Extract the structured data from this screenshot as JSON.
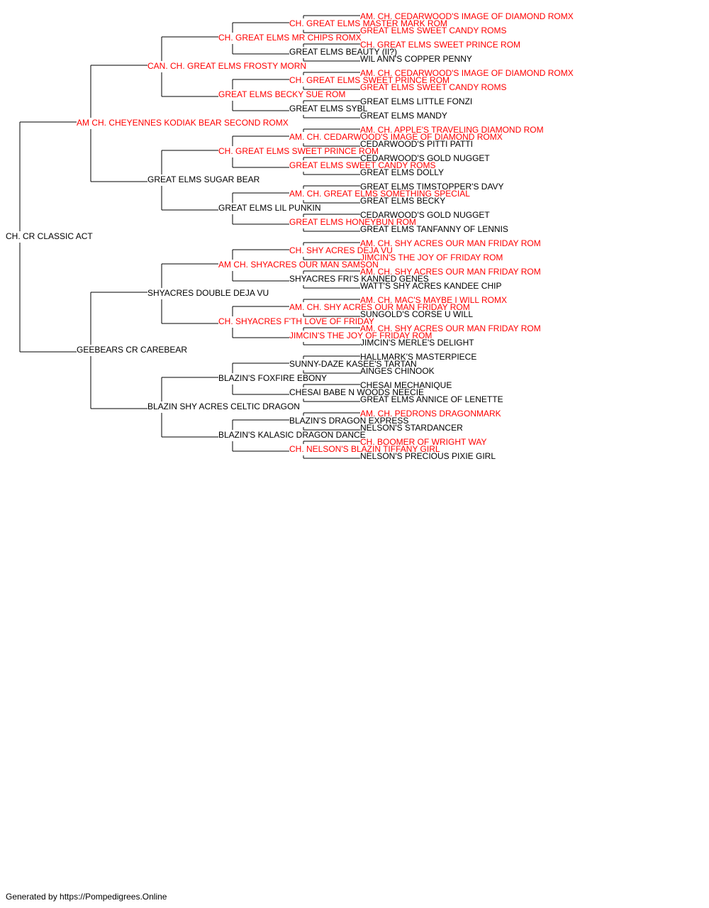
{
  "colors": {
    "champion": "#ff0000",
    "normal": "#000000",
    "line": "#000000"
  },
  "footer": "Generated by https://Pompedigrees.Online",
  "pedigree": {
    "name": "CH. CR CLASSIC ACT",
    "champ": false,
    "sire": {
      "name": "AM CH. CHEYENNES KODIAK BEAR SECOND ROMX",
      "champ": true,
      "sire": {
        "name": "CAN. CH. GREAT ELMS FROSTY MORN",
        "champ": true,
        "sire": {
          "name": "CH. GREAT ELMS MR CHIPS ROMX",
          "champ": true,
          "sire": {
            "name": "CH. GREAT ELMS MASTER MARK ROM",
            "champ": true,
            "sire": {
              "name": "AM. CH. CEDARWOOD'S IMAGE OF DIAMOND ROMX",
              "champ": true
            },
            "dam": {
              "name": "GREAT ELMS SWEET CANDY ROMS",
              "champ": true
            }
          },
          "dam": {
            "name": "GREAT ELMS BEAUTY (II?)",
            "champ": false,
            "sire": {
              "name": "CH. GREAT ELMS SWEET PRINCE ROM",
              "champ": true
            },
            "dam": {
              "name": "WIL ANN'S COPPER PENNY",
              "champ": false
            }
          }
        },
        "dam": {
          "name": "GREAT ELMS BECKY SUE ROM",
          "champ": true,
          "sire": {
            "name": "CH. GREAT ELMS SWEET PRINCE ROM",
            "champ": true,
            "sire": {
              "name": "AM. CH. CEDARWOOD'S IMAGE OF DIAMOND ROMX",
              "champ": true
            },
            "dam": {
              "name": "GREAT ELMS SWEET CANDY ROMS",
              "champ": true
            }
          },
          "dam": {
            "name": "GREAT ELMS SYBL",
            "champ": false,
            "sire": {
              "name": "GREAT ELMS LITTLE FONZI",
              "champ": false
            },
            "dam": {
              "name": "GREAT ELMS MANDY",
              "champ": false
            }
          }
        }
      },
      "dam": {
        "name": "GREAT ELMS SUGAR BEAR",
        "champ": false,
        "sire": {
          "name": "CH. GREAT ELMS SWEET PRINCE ROM",
          "champ": true,
          "sire": {
            "name": "AM. CH. CEDARWOOD'S IMAGE OF DIAMOND ROMX",
            "champ": true,
            "sire": {
              "name": "AM. CH. APPLE'S TRAVELING DIAMOND ROM",
              "champ": true
            },
            "dam": {
              "name": "CEDARWOOD'S PITTI PATTI",
              "champ": false
            }
          },
          "dam": {
            "name": "GREAT ELMS SWEET CANDY ROMS",
            "champ": true,
            "sire": {
              "name": "CEDARWOOD'S GOLD NUGGET",
              "champ": false
            },
            "dam": {
              "name": "GREAT ELMS DOLLY",
              "champ": false
            }
          }
        },
        "dam": {
          "name": "GREAT ELMS LIL PUNKIN",
          "champ": false,
          "sire": {
            "name": "AM. CH. GREAT ELMS SOMETHING SPECIAL",
            "champ": true,
            "sire": {
              "name": "GREAT ELMS TIMSTOPPER'S DAVY",
              "champ": false
            },
            "dam": {
              "name": "GREAT ELMS BECKY",
              "champ": false
            }
          },
          "dam": {
            "name": "GREAT ELMS HONEYBUN ROM",
            "champ": true,
            "sire": {
              "name": "CEDARWOOD'S GOLD NUGGET",
              "champ": false
            },
            "dam": {
              "name": "GREAT ELMS TANFANNY OF LENNIS",
              "champ": false
            }
          }
        }
      }
    },
    "dam": {
      "name": "GEEBEARS CR CAREBEAR",
      "champ": false,
      "sire": {
        "name": "SHYACRES DOUBLE DEJA VU",
        "champ": false,
        "sire": {
          "name": "AM CH. SHYACRES OUR MAN SAMSON",
          "champ": true,
          "sire": {
            "name": "CH. SHY ACRES DEJA VU",
            "champ": true,
            "sire": {
              "name": "AM. CH. SHY ACRES OUR MAN FRIDAY ROM",
              "champ": true
            },
            "dam": {
              "name": "JIMCIN'S THE JOY OF FRIDAY ROM",
              "champ": true
            }
          },
          "dam": {
            "name": "SHYACRES FRI'S KANNED GENES",
            "champ": false,
            "sire": {
              "name": "AM. CH. SHY ACRES OUR MAN FRIDAY ROM",
              "champ": true
            },
            "dam": {
              "name": "WATT'S SHY ACRES KANDEE CHIP",
              "champ": false
            }
          }
        },
        "dam": {
          "name": "CH. SHYACRES F'TH LOVE OF FRIDAY",
          "champ": true,
          "sire": {
            "name": "AM. CH. SHY ACRES OUR MAN FRIDAY ROM",
            "champ": true,
            "sire": {
              "name": "AM. CH. MAC'S MAYBE I WILL ROMX",
              "champ": true
            },
            "dam": {
              "name": "SUNGOLD'S CORSE U WILL",
              "champ": false
            }
          },
          "dam": {
            "name": "JIMCIN'S THE JOY OF FRIDAY ROM",
            "champ": true,
            "sire": {
              "name": "AM. CH. SHY ACRES OUR MAN FRIDAY ROM",
              "champ": true
            },
            "dam": {
              "name": "JIMCIN'S MERLE'S DELIGHT",
              "champ": false
            }
          }
        }
      },
      "dam": {
        "name": "BLAZIN SHY ACRES CELTIC DRAGON",
        "champ": false,
        "sire": {
          "name": "BLAZIN'S FOXFIRE EBONY",
          "champ": false,
          "sire": {
            "name": "SUNNY-DAZE KASEE'S TARTAN",
            "champ": false,
            "sire": {
              "name": "HALLMARK'S MASTERPIECE",
              "champ": false
            },
            "dam": {
              "name": "AINGES CHINOOK",
              "champ": false
            }
          },
          "dam": {
            "name": "CHESAI BABE N WOODS NEECIE",
            "champ": false,
            "sire": {
              "name": "CHESAI MECHANIQUE",
              "champ": false
            },
            "dam": {
              "name": "GREAT ELMS ANNICE OF LENETTE",
              "champ": false
            }
          }
        },
        "dam": {
          "name": "BLAZIN'S KALASIC DRAGON DANCE",
          "champ": false,
          "sire": {
            "name": "BLAZIN'S DRAGON EXPRESS",
            "champ": false,
            "sire": {
              "name": "AM. CH. PEDRONS DRAGONMARK",
              "champ": true
            },
            "dam": {
              "name": "NELSON'S STARDANCER",
              "champ": false
            }
          },
          "dam": {
            "name": "CH. NELSON'S BLAZIN TIFFANY GIRL",
            "champ": true,
            "sire": {
              "name": "CH. BOOMER OF WRIGHT WAY",
              "champ": true
            },
            "dam": {
              "name": "NELSON'S PRECIOUS PIXIE GIRL",
              "champ": false
            }
          }
        }
      }
    }
  }
}
